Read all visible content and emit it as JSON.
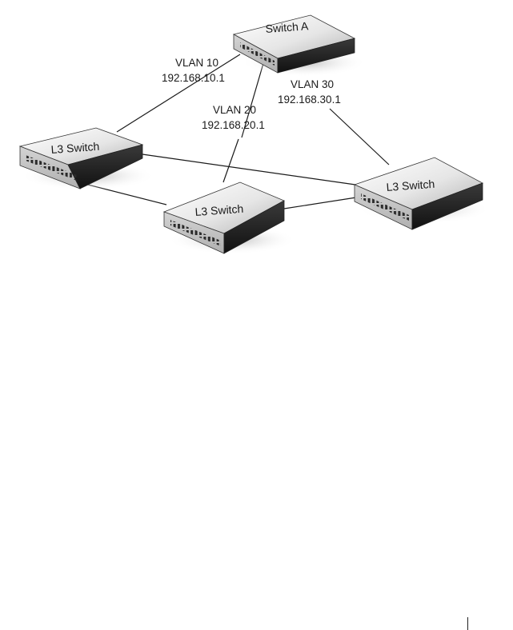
{
  "diagram": {
    "devices": [
      {
        "id": "switch-a",
        "label": "Switch A"
      },
      {
        "id": "l3-left",
        "label": "L3 Switch"
      },
      {
        "id": "l3-center",
        "label": "L3 Switch"
      },
      {
        "id": "l3-right",
        "label": "L3 Switch"
      }
    ],
    "vlans": [
      {
        "id": "vlan10",
        "name": "VLAN 10",
        "ip": "192.168.10.1"
      },
      {
        "id": "vlan20",
        "name": "VLAN 20",
        "ip": "192.168.20.1"
      },
      {
        "id": "vlan30",
        "name": "VLAN 30",
        "ip": "192.168.30.1"
      }
    ]
  }
}
